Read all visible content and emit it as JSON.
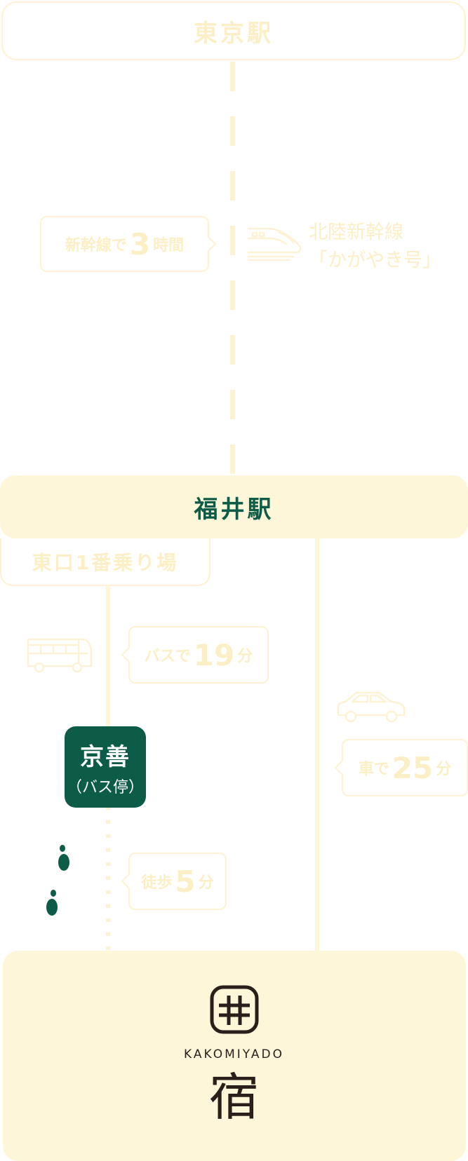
{
  "origin": {
    "station": "東京駅"
  },
  "shinkansen": {
    "duration_prefix": "新幹線で",
    "duration_value": "3",
    "duration_unit": "時間",
    "train_line": "北陸新幹線",
    "train_name": "「かがやき号」",
    "icon": "train-icon"
  },
  "transfer": {
    "station": "福井駅",
    "platform": "東口1番乗り場"
  },
  "bus": {
    "prefix": "バスで",
    "value": "19",
    "unit": "分",
    "icon": "bus-icon"
  },
  "car": {
    "prefix": "車で",
    "value": "25",
    "unit": "分",
    "icon": "car-icon"
  },
  "bus_stop": {
    "name": "京善",
    "sub": "（バス停）"
  },
  "walk": {
    "prefix": "徒歩",
    "value": "5",
    "unit": "分",
    "icon": "footprints-icon"
  },
  "destination": {
    "logo_icon": "kakomiyado-logo-icon",
    "name_en": "KAKOMIYADO",
    "name_kanji": "宿"
  },
  "colors": {
    "green": "#0d5c47",
    "cream": "#fef6d9",
    "pale": "#fdf3d4",
    "dark": "#2a1f1a"
  }
}
